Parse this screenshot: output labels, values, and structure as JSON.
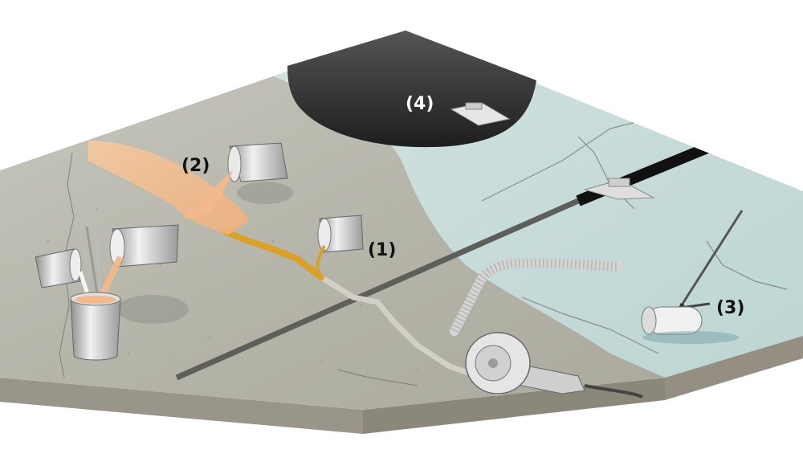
{
  "labels": {
    "step1": "(1)",
    "step2": "(2)",
    "step3": "(3)",
    "step4": "(4)"
  },
  "colors": {
    "background": "#ffffff",
    "concrete_top": "#b9b8ad",
    "concrete_light": "#c8c7bd",
    "concrete_side": "#9b968a",
    "coated_area": "#c7dcda",
    "dark_sealant": "#2b2b2b",
    "resin_orange": "#f2b88a",
    "resin_amber": "#d9a02a",
    "tool_metal": "#d7d7d7",
    "label_dark": "#111111",
    "label_light": "#ffffff"
  },
  "icons": [
    "paint-bucket-icon",
    "pour-bucket-icon",
    "stir-stick-icon",
    "trowel-icon",
    "paint-roller-icon",
    "angle-grinder-icon",
    "vacuum-hose-icon"
  ]
}
